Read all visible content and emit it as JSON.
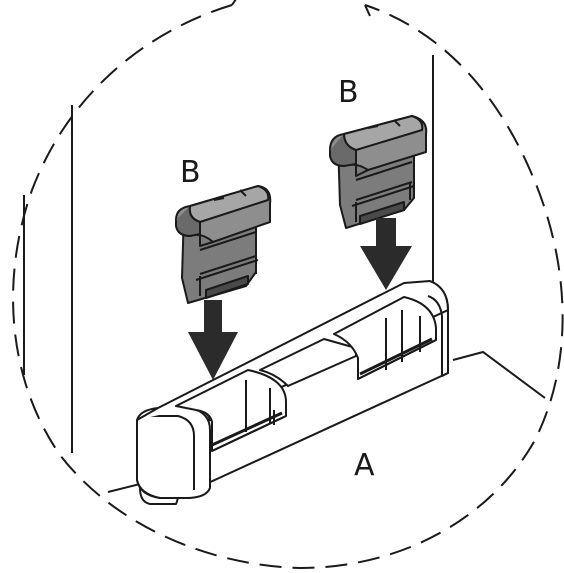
{
  "labels": {
    "base_part": "A",
    "clip_left": "B",
    "clip_right": "B"
  },
  "colors": {
    "clip_fill": "#7c7c7c",
    "clip_light": "#a6a6a6",
    "clip_dark": "#4a4a4a",
    "arrow": "#2b2b2b",
    "outline": "#1a1a1a",
    "background": "#ffffff"
  }
}
